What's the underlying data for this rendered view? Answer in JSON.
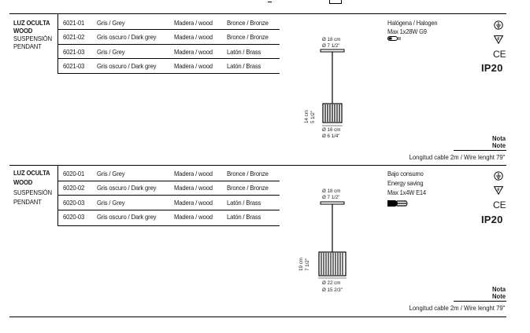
{
  "sections": [
    {
      "name": [
        "LUZ OCULTA",
        "WOOD",
        "SUSPENSIÓN",
        "PENDANT"
      ],
      "rows": [
        [
          "6021-01",
          "Gris / Grey",
          "Madera / wood",
          "Bronce / Bronze"
        ],
        [
          "6021-02",
          "Gris oscuro / Dark grey",
          "Madera / wood",
          "Bronce / Bronze"
        ],
        [
          "6021-03",
          "Gris / Grey",
          "Madera / wood",
          "Latón / Brass"
        ],
        [
          "6021-03",
          "Gris oscuro / Dark grey",
          "Madera / wood",
          "Latón / Brass"
        ]
      ],
      "dims": {
        "top_a": "Ø 18 cm",
        "top_b": "Ø 7 1/2\"",
        "height_a": "14 cm",
        "height_b": "5 1/2\"",
        "bot_a": "Ø 16 cm",
        "bot_b": "Ø 6 1/4\""
      },
      "bulb": [
        "Halógena / Halogen",
        "Max 1x28W G9"
      ],
      "ip": "IP20",
      "ce": "CE",
      "nota": [
        "Nota",
        "Note"
      ],
      "cable": "Longitud cable 2m / Wire lenght 79\""
    },
    {
      "name": [
        "LUZ OCULTA",
        "WOOD",
        "SUSPENSIÓN",
        "PENDANT"
      ],
      "rows": [
        [
          "6020-01",
          "Gris / Grey",
          "Madera / wood",
          "Bronce / Bronze"
        ],
        [
          "6020-02",
          "Gris oscuro / Dark grey",
          "Madera / wood",
          "Bronce / Bronze"
        ],
        [
          "6020-03",
          "Gris / Grey",
          "Madera / wood",
          "Latón / Brass"
        ],
        [
          "6020-03",
          "Gris oscuro / Dark grey",
          "Madera / wood",
          "Latón / Brass"
        ]
      ],
      "dims": {
        "top_a": "Ø 18 cm",
        "top_b": "Ø 7 1/2\"",
        "height_a": "19 cm",
        "height_b": "7 1/2\"",
        "bot_a": "Ø 22 cm",
        "bot_b": "Ø 15 2/3\""
      },
      "bulb": [
        "Bajo consumo",
        "Energy saving",
        "Max 1x4W E14"
      ],
      "ip": "IP20",
      "ce": "CE",
      "nota": [
        "Nota",
        "Note"
      ],
      "cable": "Longitud cable 2m / Wire lenght 79\""
    }
  ],
  "icons": [
    "earth-ground-icon",
    "flammable-surface-icon",
    "ce-mark-icon",
    "halogen-bulb-icon",
    "energy-saving-bulb-icon"
  ]
}
